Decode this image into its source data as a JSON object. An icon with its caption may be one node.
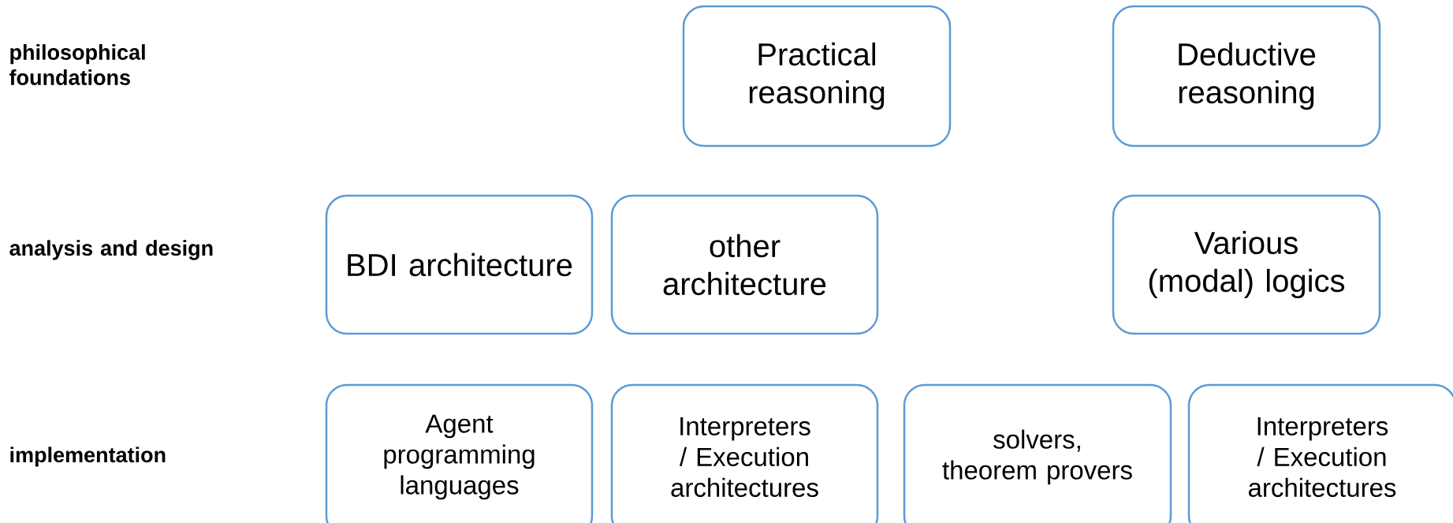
{
  "diagram": {
    "nodes": [
      {
        "text": [
          "Practical reasoning"
        ]
      },
      {
        "text": [
          "Deductive reasoning"
        ]
      },
      {
        "text": [
          "BDI architecture"
        ]
      },
      {
        "text": [
          "other architecture"
        ]
      },
      {
        "text": [
          "Various (modal) logics"
        ]
      },
      {
        "text": [
          "Agent programming languages"
        ]
      },
      {
        "text": [
          "Interpreters / Execution architectures"
        ]
      },
      {
        "text": [
          "solvers, theorem provers"
        ]
      },
      {
        "text": [
          "Interpreters / Execution architectures"
        ]
      }
    ],
    "labels": [
      "philosophical foundations",
      "analysis and design",
      "implementation"
    ]
  }
}
